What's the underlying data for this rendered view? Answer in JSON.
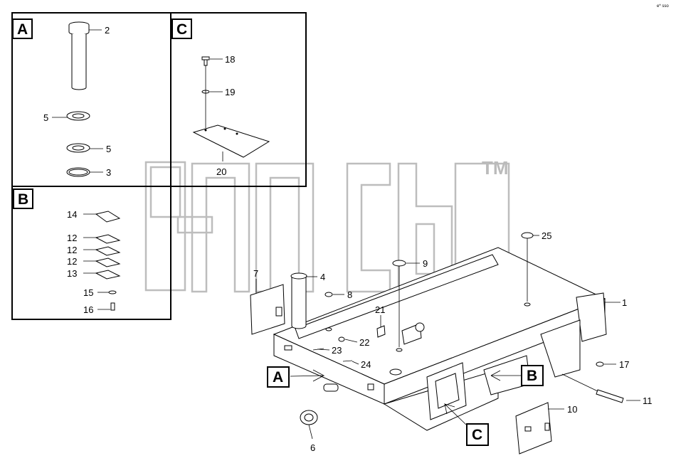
{
  "corner_mark": "e* sso",
  "watermark": {
    "tm": "TM"
  },
  "views": {
    "a": "A",
    "b": "B",
    "c": "C"
  },
  "callouts": {
    "a": "A",
    "b": "B",
    "c": "C"
  },
  "parts": {
    "p1": "1",
    "p2": "2",
    "p3": "3",
    "p4": "4",
    "p5a": "5",
    "p5b": "5",
    "p6": "6",
    "p7": "7",
    "p8": "8",
    "p9": "9",
    "p10": "10",
    "p11": "11",
    "p12a": "12",
    "p12b": "12",
    "p12c": "12",
    "p13": "13",
    "p14": "14",
    "p15": "15",
    "p16": "16",
    "p17": "17",
    "p18": "18",
    "p19": "19",
    "p20": "20",
    "p21": "21",
    "p22": "22",
    "p23": "23",
    "p24": "24",
    "p25": "25"
  }
}
